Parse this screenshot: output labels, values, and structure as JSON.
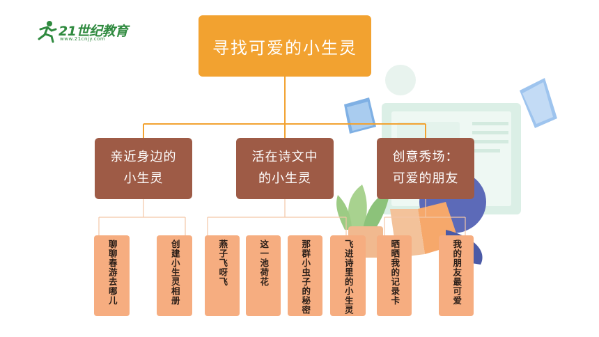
{
  "logo": {
    "brand": "21世纪教育",
    "url": "www.21cnjy.com",
    "icon": "running-figure-icon"
  },
  "diagram": {
    "root": "寻找可爱的小生灵",
    "branches": [
      {
        "title_line1": "亲近身边的",
        "title_line2": "小生灵",
        "leaves": [
          "聊聊春游去哪儿",
          "创建小生灵相册"
        ]
      },
      {
        "title_line1": "活在诗文中",
        "title_line2": "的小生灵",
        "leaves": [
          "燕子飞呀飞",
          "这一池荷花",
          "那群小虫子的秘密",
          "飞进诗里的小生灵"
        ]
      },
      {
        "title_line1": "创意秀场：",
        "title_line2": "可爱的朋友",
        "leaves": [
          "晒晒我的记录卡",
          "我的朋友最可爱"
        ]
      }
    ]
  },
  "colors": {
    "root": "#f2a230",
    "branch": "#9e5b46",
    "leaf": "#f6ad80",
    "connector_top": "#f2a230",
    "connector_bottom": "#f3c6a6"
  }
}
